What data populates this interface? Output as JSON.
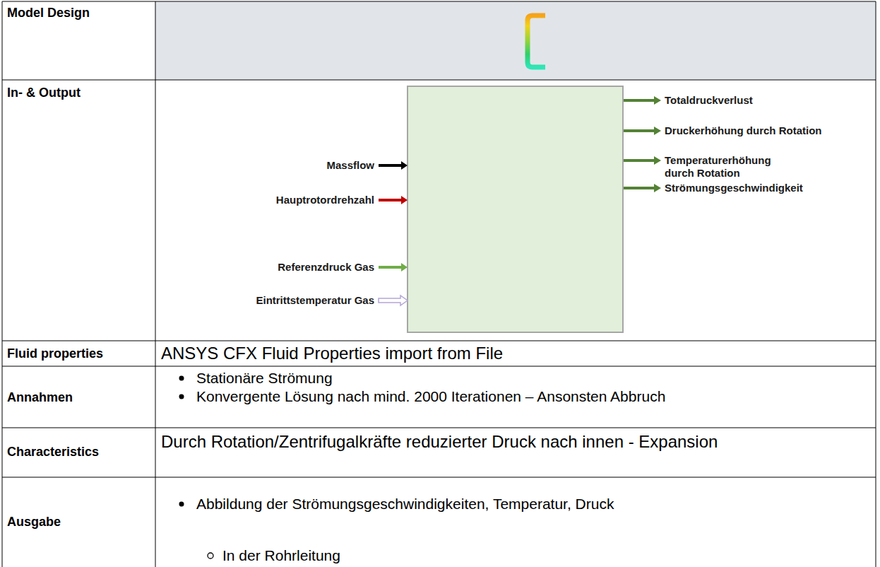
{
  "diagram": {
    "labels": [
      "Model Design",
      "In- & Output",
      "Massflow",
      "Hauptrotordrehzahl",
      "Referenzdruck Gas",
      "Eintrittstemperatur Gas",
      "Totaldruckverlust",
      "Druckerhöhung durch Rotation",
      "Temperaturerhöhung durch Rotation",
      "Strömungsgeschwindigkeit",
      "Fluid properties",
      "ANSYS CFX Fluid Properties import from File",
      "Annahmen",
      "Stationäre Strömung",
      "Konvergente Lösung nach mind. 2000 Iterationen – Ansonsten Abbruch",
      "Characteristics",
      "Durch Rotation/Zentrifugalkräfte reduzierter Druck nach innen - Expansion",
      "Ausgabe",
      "Abbildung der Strömungsgeschwindigkeiten, Temperatur, Druck",
      "In der Rohrleitung"
    ]
  }
}
